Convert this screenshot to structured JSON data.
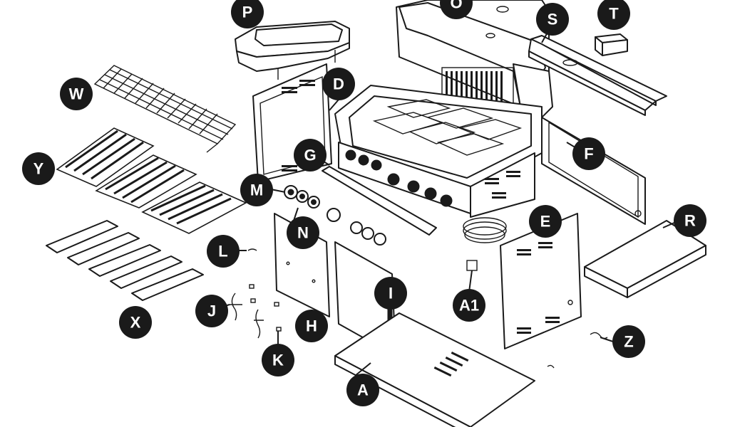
{
  "diagram": {
    "colors": {
      "ink": "#1a1a1a",
      "paper": "#ffffff"
    },
    "callouts": {
      "P": "P",
      "O": "O",
      "S": "S",
      "T": "T",
      "W": "W",
      "D": "D",
      "Y": "Y",
      "G": "G",
      "F": "F",
      "M": "M",
      "R": "R",
      "E": "E",
      "N": "N",
      "L": "L",
      "X": "X",
      "I": "I",
      "A1": "A1",
      "J": "J",
      "H": "H",
      "K": "K",
      "Z": "Z",
      "A": "A"
    }
  }
}
